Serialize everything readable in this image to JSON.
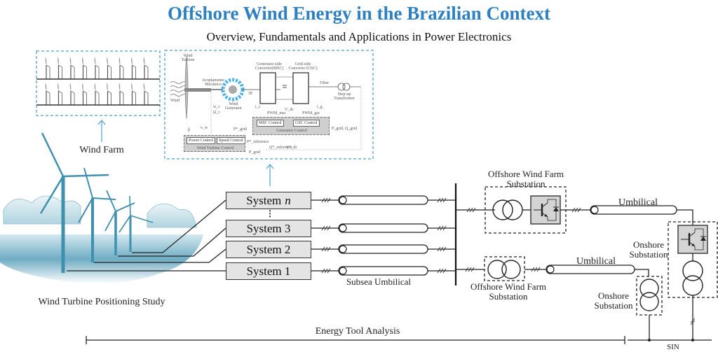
{
  "header": {
    "title": "Offshore Wind Energy in the Brazilian Context",
    "subtitle": "Overview, Fundamentals and Applications in Power Electronics"
  },
  "colors": {
    "title": "#2f80c0",
    "dashed_frame": "#6aaed6",
    "system_box_fill": "#e4e4e4",
    "converter_fill": "#d4d4d4",
    "sea_blue": "#3f8fae"
  },
  "wind_farm": {
    "label": "Wind Farm",
    "rows": 2,
    "turbines_per_row": 9
  },
  "turbine_schematic": {
    "wind_label": "Wind",
    "turbine_label": "Wind Turbine",
    "coupling_label": "Acoplamento Mecânico",
    "generator_label": "Wind Generator",
    "msc_label": "Generator-side Converter(MSC)",
    "gsc_label": "Grid-side Converter (GSC)",
    "filter_label": "Filter",
    "transformer_label": "Step-up Transformer",
    "three_phase": "3F",
    "pwm_msc": "PWM_msc",
    "pwm_gsc": "PWM_gsc",
    "vdc": "V_dc",
    "msc_control": "MSC Control",
    "gsc_control": "GSC Control",
    "generator_control": "Generator Control",
    "power_control": "Power Control",
    "speed_control": "Speed Control",
    "wind_turbine_control": "Wind Turbine Control",
    "pgrid_qgrid": "P_grid, Q_grid",
    "p_ref": "P*_grid",
    "p_reference": "P*_reference",
    "q_reference": "Q*_reference",
    "vdc_ref": "V*_dc",
    "p_grid": "P_grid",
    "beta": "β",
    "wr": "w_r",
    "omega": "Ω_r",
    "vw": "v_w",
    "is": "i_s",
    "ig": "i_g"
  },
  "positioning": {
    "label": "Wind Turbine Positioning Study"
  },
  "systems": [
    {
      "label": "System",
      "suffix": "n"
    },
    {
      "label": "System 3",
      "suffix": ""
    },
    {
      "label": "System 2",
      "suffix": ""
    },
    {
      "label": "System 1",
      "suffix": ""
    }
  ],
  "ellipsis": "⋮",
  "subsea_umbilical_label": "Subsea Umbilical",
  "upper_branch": {
    "substation_label": "Offshore Wind Farm Substation",
    "umbilical_label": "Umbilical",
    "onshore_label": "Onshore Substation"
  },
  "lower_branch": {
    "substation_label": "Offshore Wind Farm Substation",
    "umbilical_label": "Umbilical",
    "onshore_label": "Onshore Substation"
  },
  "bottom": {
    "analysis_label": "Energy Tool Analysis",
    "grid_label": "SIN"
  }
}
